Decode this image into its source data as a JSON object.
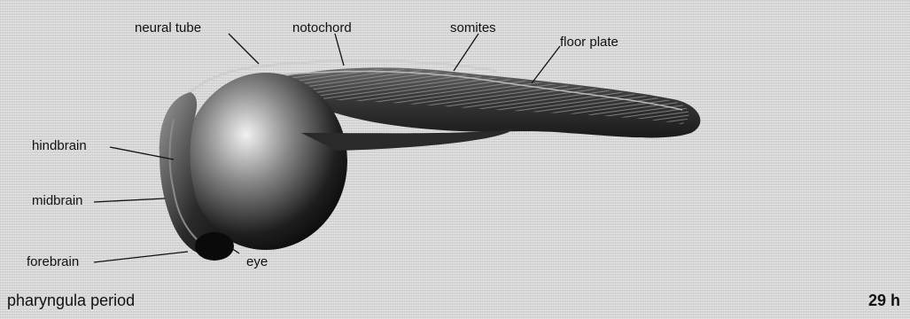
{
  "labels": {
    "neural_tube": "neural tube",
    "notochord": "notochord",
    "somites": "somites",
    "floor_plate": "floor plate",
    "hindbrain": "hindbrain",
    "midbrain": "midbrain",
    "forebrain": "forebrain",
    "eye": "eye"
  },
  "caption": {
    "period": "pharyngula period",
    "time": "29 h"
  },
  "colors": {
    "background": "#d9d9d9",
    "ink": "#111111"
  }
}
